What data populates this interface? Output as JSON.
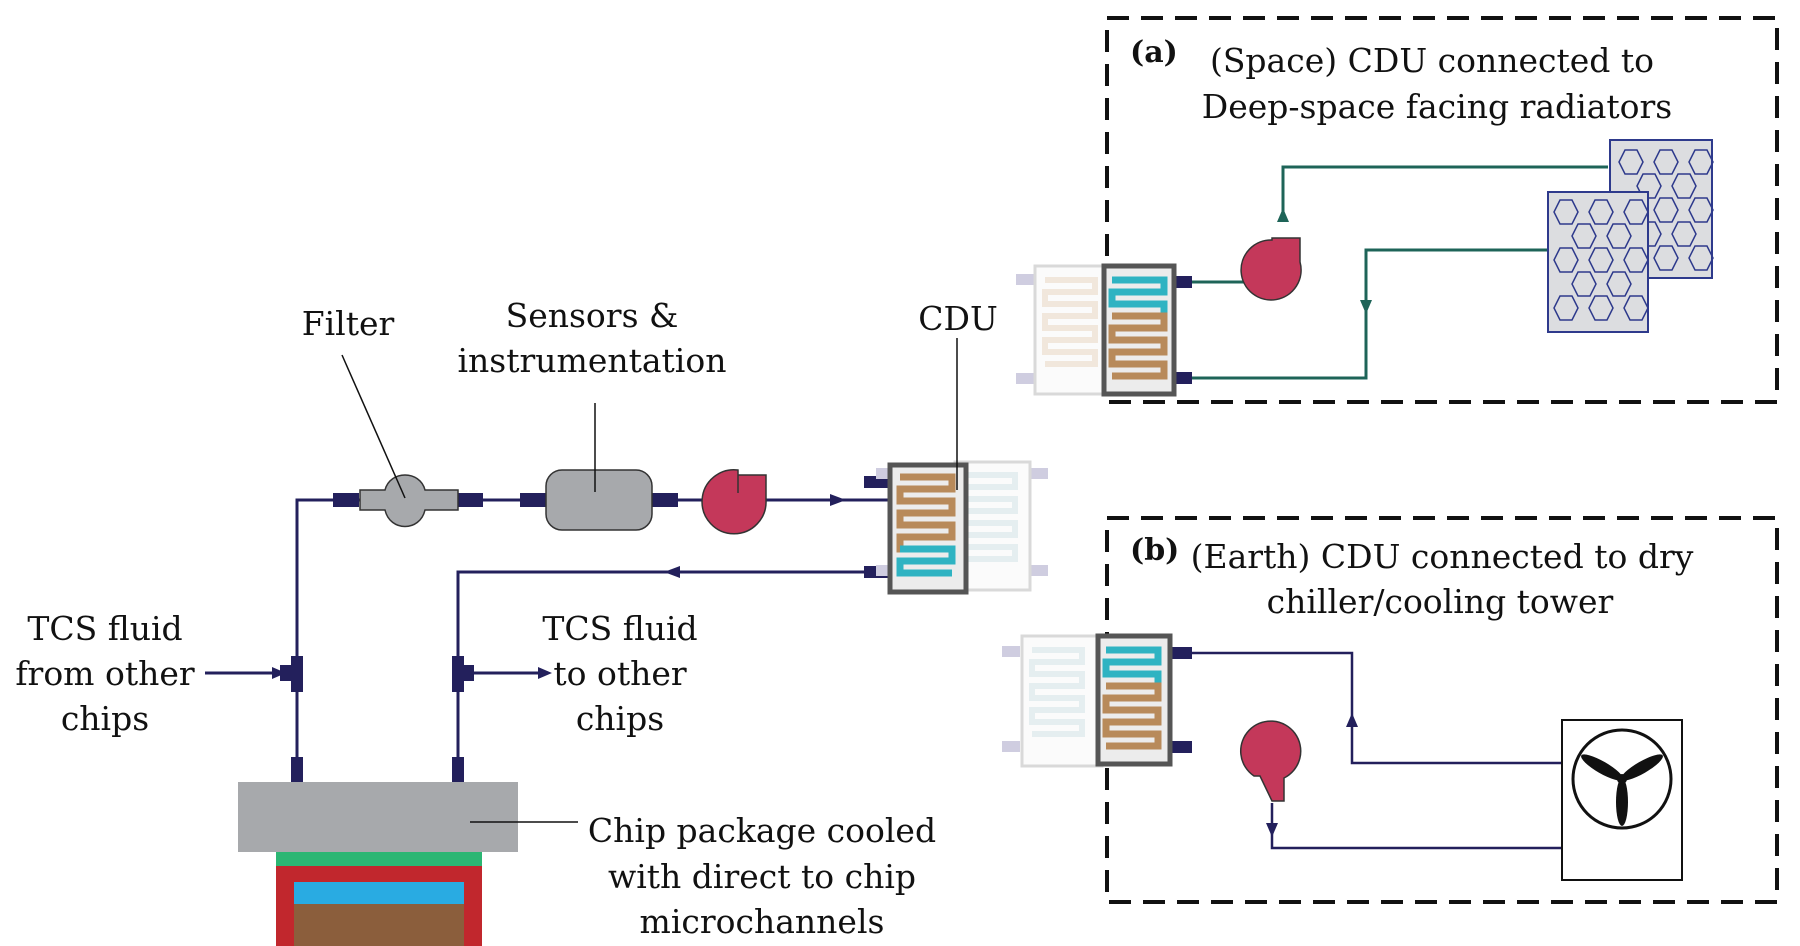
{
  "labels": {
    "filter": "Filter",
    "sensors_line1": "Sensors &",
    "sensors_line2": "instrumentation",
    "cdu": "CDU",
    "tcs_from_line1": "TCS fluid",
    "tcs_from_line2": "from other",
    "tcs_from_line3": "chips",
    "tcs_to_line1": "TCS fluid",
    "tcs_to_line2": "to other",
    "tcs_to_line3": "chips",
    "chip_line1": "Chip package cooled",
    "chip_line2": "with direct to chip",
    "chip_line3": "microchannels"
  },
  "panel_a": {
    "tag": "(a)",
    "title_line1": "(Space) CDU connected to",
    "title_line2": "Deep-space facing radiators"
  },
  "panel_b": {
    "tag": "(b)",
    "title_line1": "(Earth) CDU connected to dry",
    "title_line2": "chiller/cooling tower"
  },
  "colors": {
    "main_pipe": "#23205c",
    "space_loop": "#1e6458",
    "pump": "#c4385a",
    "component_gray": "#a7a9ac",
    "chip_green": "#2bb673",
    "chip_red": "#c1272d",
    "chip_blue": "#29abe2",
    "chip_brown": "#8b5e3c",
    "radiator_fill": "#dcdde0",
    "radiator_line": "#2e3a8c"
  }
}
